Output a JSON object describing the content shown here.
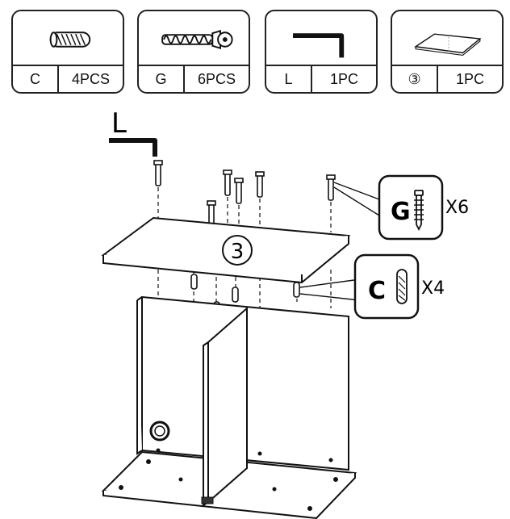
{
  "parts": [
    {
      "letter": "C",
      "qty": "4PCS",
      "icon": "dowel-icon"
    },
    {
      "letter": "G",
      "qty": "6PCS",
      "icon": "screw-icon"
    },
    {
      "letter": "L",
      "qty": "1PC",
      "icon": "allen-key-icon"
    },
    {
      "letter": "③",
      "qty": "1PC",
      "icon": "panel-icon"
    }
  ],
  "assembly": {
    "tool_label": "L",
    "panel_label": "3",
    "screw_callout": {
      "letter": "G",
      "count": "X6"
    },
    "dowel_callout": {
      "letter": "C",
      "count": "X4"
    }
  }
}
